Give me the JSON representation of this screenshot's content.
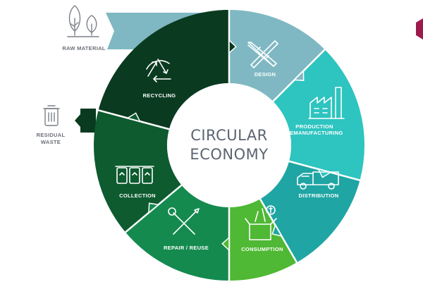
{
  "center": {
    "line1": "CIRCULAR",
    "line2": "ECONOMY"
  },
  "segments": [
    {
      "label": "DESIGN",
      "icon": "pencil-ruler-icon",
      "color": "#7fb8c2"
    },
    {
      "label": "PRODUCTION",
      "label2": "REMANUFACTURING",
      "icon": "factory-icon",
      "color": "#2ec4c0"
    },
    {
      "label": "DISTRIBUTION",
      "icon": "truck-icon",
      "color": "#1fa5a3"
    },
    {
      "label": "CONSUMPTION",
      "icon": "shopping-box-icon",
      "color": "#4fb834"
    },
    {
      "label": "REPAIR / REUSE",
      "icon": "wrench-screwdriver-icon",
      "color": "#148a4f"
    },
    {
      "label": "COLLECTION",
      "icon": "recycle-bins-icon",
      "color": "#0d5b2f"
    },
    {
      "label": "RECYCLING",
      "icon": "recycle-arrows-icon",
      "color": "#0a3a20"
    }
  ],
  "raw_material": {
    "label": "RAW MATERIAL",
    "icon": "trees-icon",
    "color": "#7fb8c2"
  },
  "residual_waste": {
    "label": "RESIDUAL",
    "label2": "WASTE",
    "icon": "trash-can-icon",
    "color": "#0a3a20"
  },
  "accent": {
    "corner_color": "#9c1a4c"
  }
}
